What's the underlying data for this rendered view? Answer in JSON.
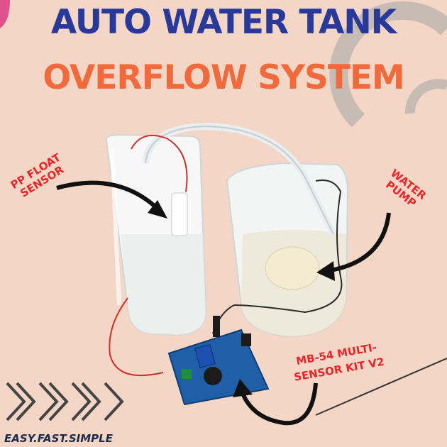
{
  "title": {
    "line1": "AUTO WATER TANK",
    "line2": "OVERFLOW SYSTEM"
  },
  "labels": {
    "float_sensor": "PP FLOAT SENSOR",
    "water_pump": "WATER PUMP",
    "kit": "MB-54 MULTI-SENSOR KIT V2"
  },
  "tagline": "EASY.FAST.SIMPLE",
  "colors": {
    "background": "#f4d6c6",
    "title_primary": "#29399a",
    "title_secondary": "#f26a3c",
    "label_red": "#e8262a",
    "pcb_blue": "#1f5fa8",
    "accent_pink": "#e0508a"
  },
  "icons": [
    "arc-decor-icon",
    "chevron-arrows-icon",
    "curved-arrow-icon"
  ]
}
